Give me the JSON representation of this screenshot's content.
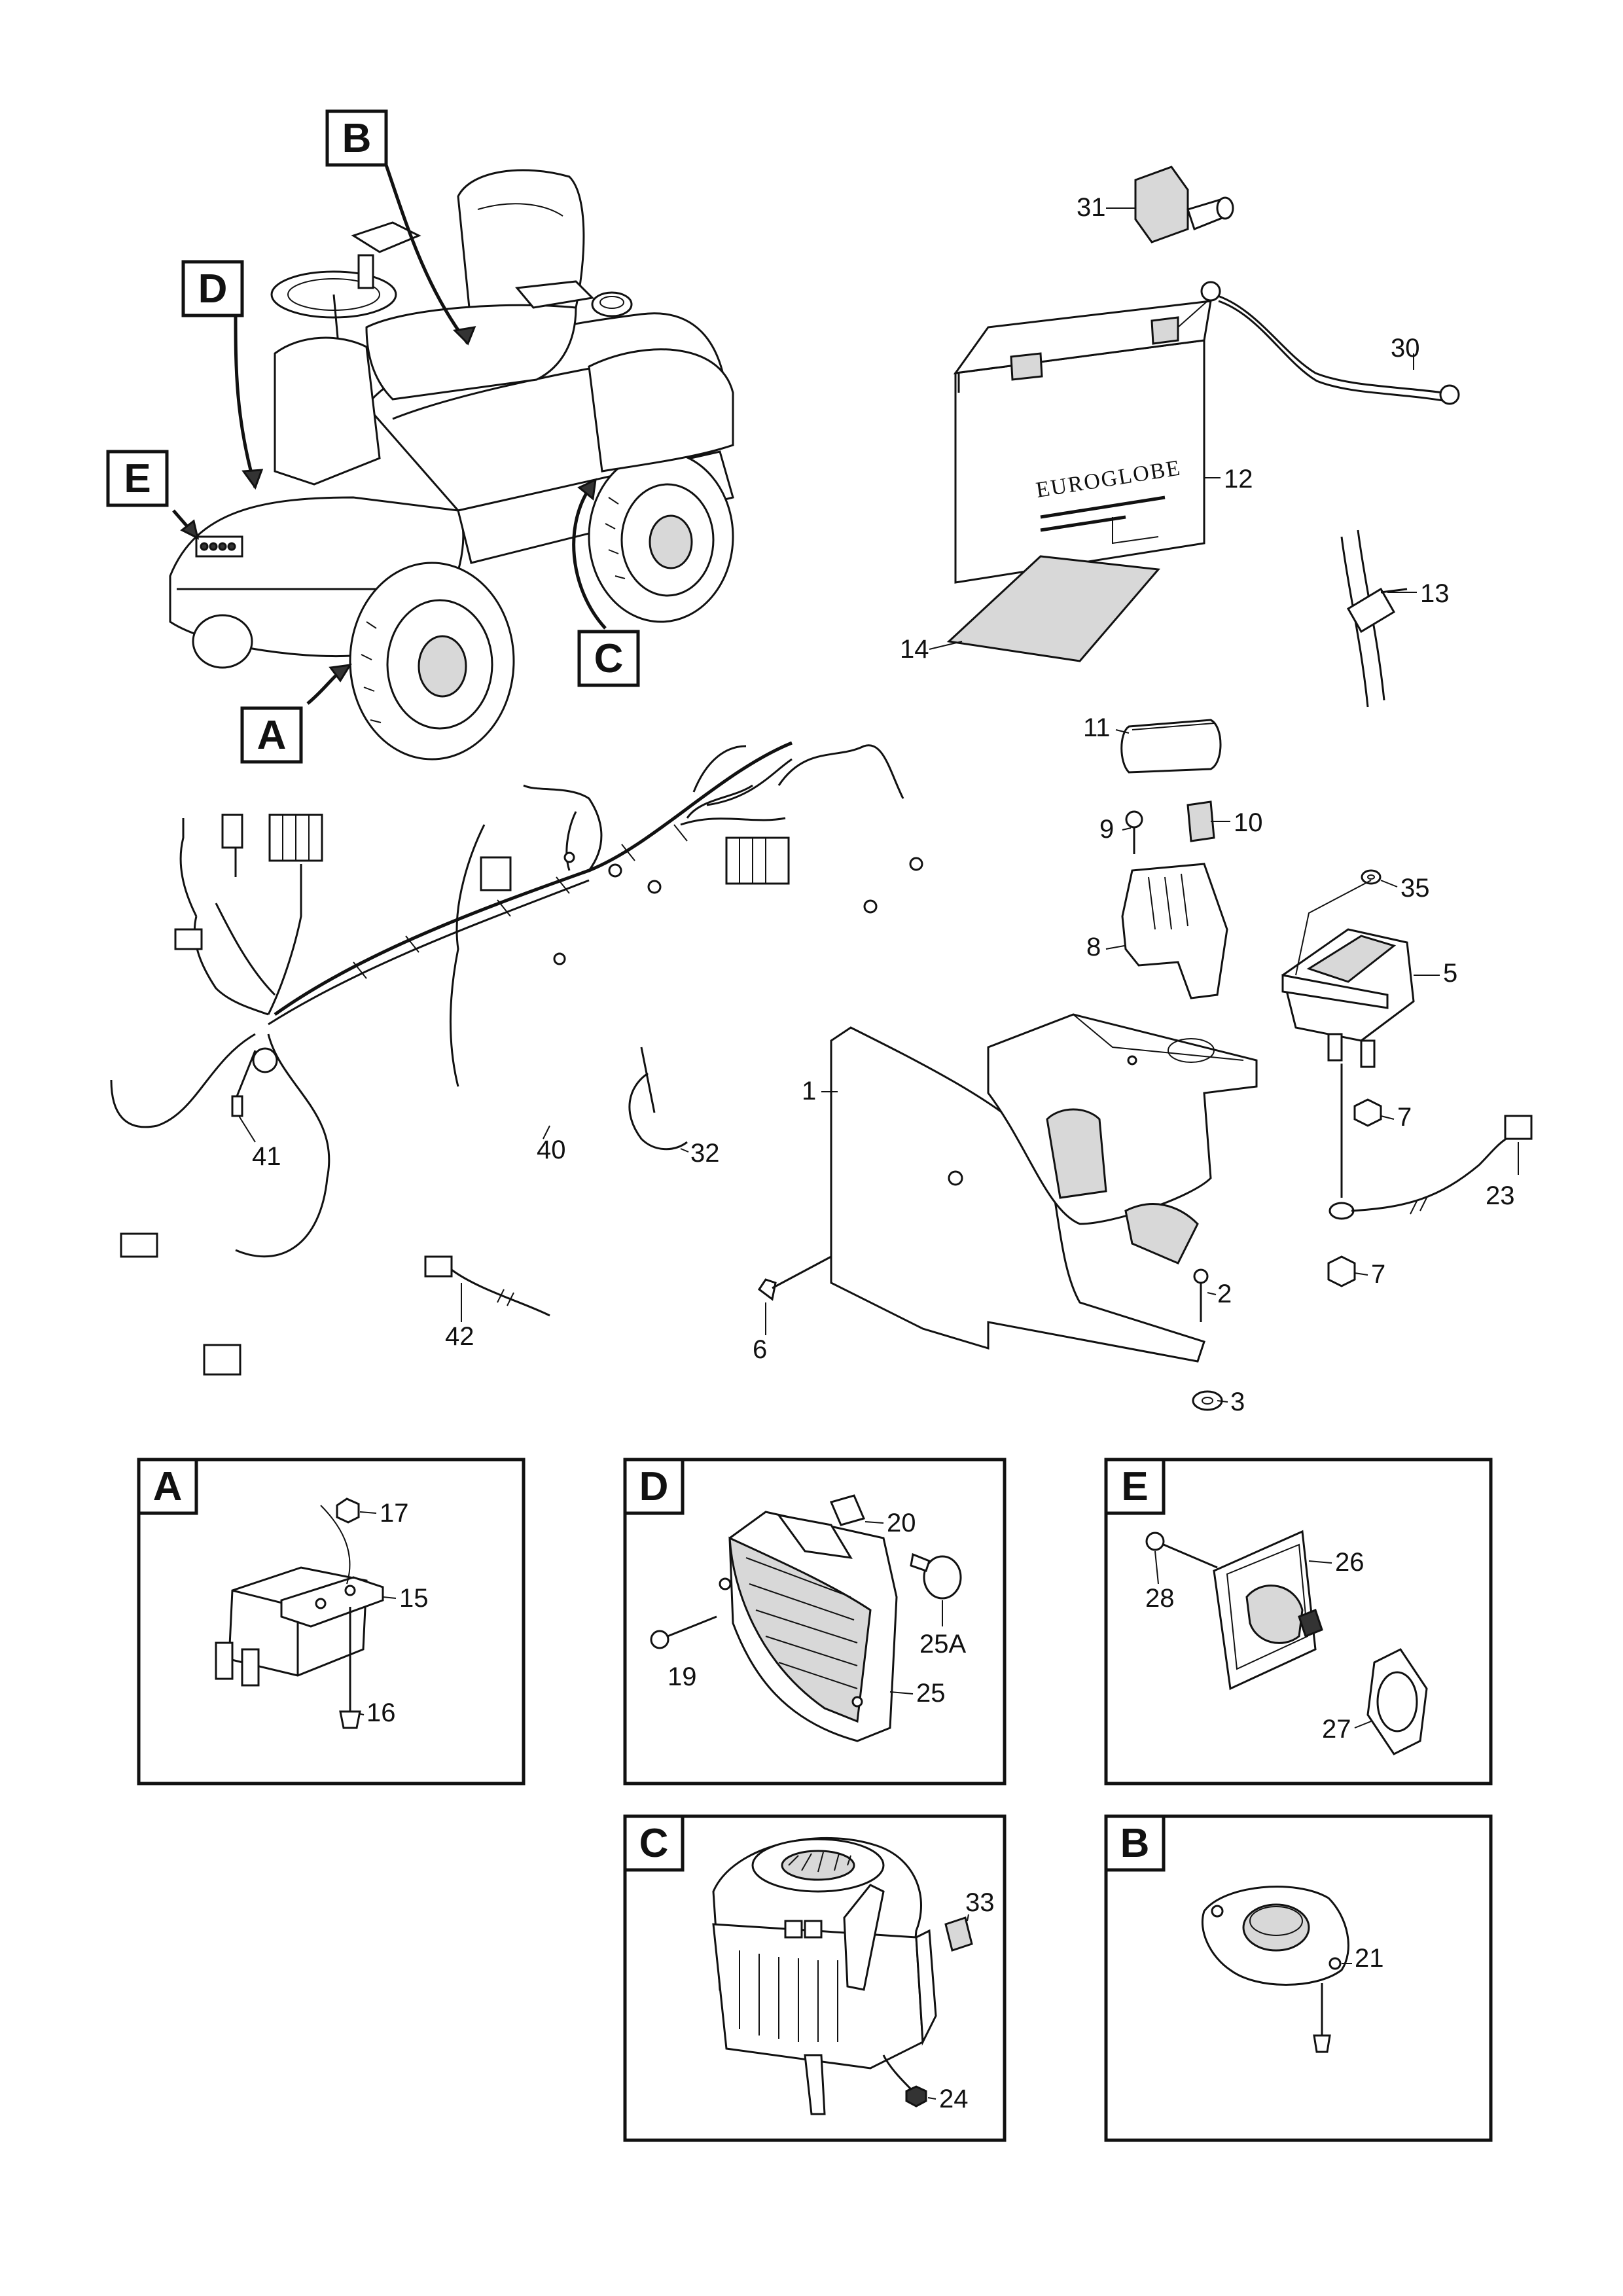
{
  "callouts": {
    "a": "A",
    "b": "B",
    "c": "C",
    "d": "D",
    "e": "E"
  },
  "battery": {
    "brand": "EUROGLOBE"
  },
  "parts": {
    "p1": "1",
    "p2": "2",
    "p3": "3",
    "p5": "5",
    "p6": "6",
    "p7a": "7",
    "p7b": "7",
    "p8": "8",
    "p9": "9",
    "p10": "10",
    "p11": "11",
    "p12": "12",
    "p13": "13",
    "p14": "14",
    "p15": "15",
    "p16": "16",
    "p17": "17",
    "p19": "19",
    "p20": "20",
    "p21": "21",
    "p23": "23",
    "p24": "24",
    "p25": "25",
    "p25a": "25A",
    "p26": "26",
    "p27": "27",
    "p28": "28",
    "p30": "30",
    "p31": "31",
    "p32": "32",
    "p33": "33",
    "p35": "35",
    "p40": "40",
    "p41": "41",
    "p42": "42"
  },
  "detail_panels": {
    "a": "A",
    "d": "D",
    "e": "E",
    "c": "C",
    "b": "B"
  }
}
